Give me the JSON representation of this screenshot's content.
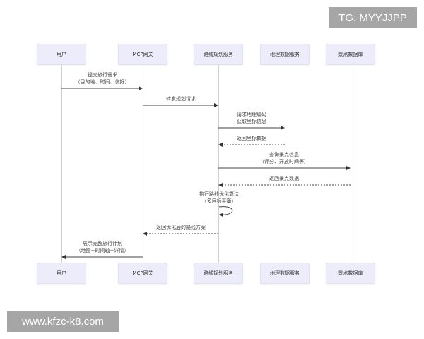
{
  "watermarks": {
    "top_right": "TG: MYYJJPP",
    "bottom_left": "www.kfzc-k8.com"
  },
  "diagram": {
    "type": "sequence",
    "participants": [
      {
        "id": "user",
        "label": "用户"
      },
      {
        "id": "gateway",
        "label": "MCP网关"
      },
      {
        "id": "route",
        "label": "路线规划服务"
      },
      {
        "id": "geo",
        "label": "地理数据服务"
      },
      {
        "id": "poi",
        "label": "景点数据库"
      }
    ],
    "messages": [
      {
        "from": "user",
        "to": "gateway",
        "style": "solid",
        "line1": "提交旅行需求",
        "line2": "（目的地、时间、偏好）"
      },
      {
        "from": "gateway",
        "to": "route",
        "style": "solid",
        "line1": "转发规划请求",
        "line2": ""
      },
      {
        "from": "route",
        "to": "geo",
        "style": "solid",
        "line1": "请求地理编码",
        "line2": "获取坐标信息"
      },
      {
        "from": "geo",
        "to": "route",
        "style": "dashed",
        "line1": "返回坐标数据",
        "line2": ""
      },
      {
        "from": "route",
        "to": "poi",
        "style": "solid",
        "line1": "查询景点信息",
        "line2": "（评分、开放时间等）"
      },
      {
        "from": "poi",
        "to": "route",
        "style": "dashed",
        "line1": "返回景点数据",
        "line2": ""
      },
      {
        "from": "route",
        "to": "route",
        "style": "solid",
        "line1": "执行路线优化算法",
        "line2": "（多目标平衡）"
      },
      {
        "from": "route",
        "to": "gateway",
        "style": "dashed",
        "line1": "返回优化后的路线方案",
        "line2": ""
      },
      {
        "from": "gateway",
        "to": "user",
        "style": "solid",
        "line1": "展示完整旅行计划",
        "line2": "（地图+时间轴+详情）"
      }
    ]
  }
}
